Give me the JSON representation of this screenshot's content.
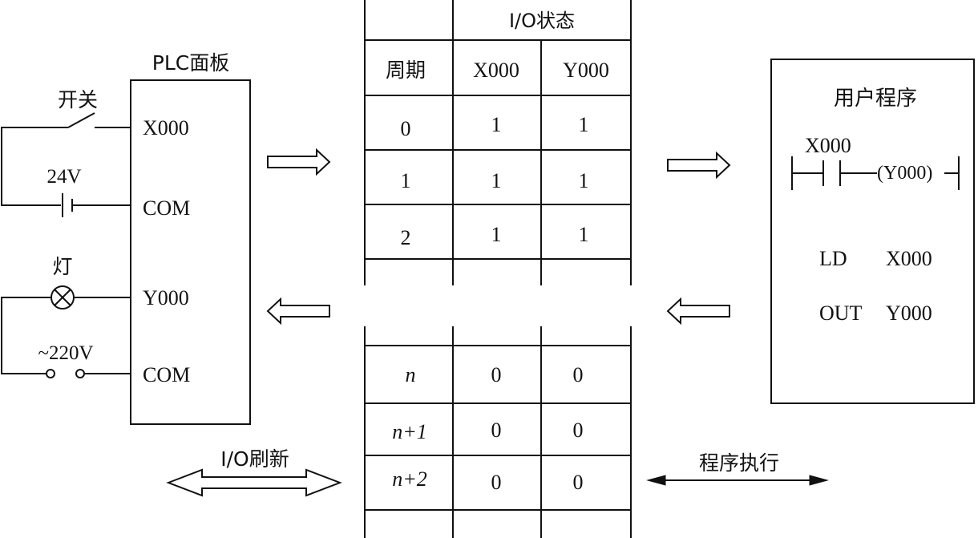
{
  "circuit": {
    "panel_title": "PLC面板",
    "switch_label": "开关",
    "dc_label": "24V",
    "lamp_label": "灯",
    "ac_label": "~220V",
    "terminals": [
      "X000",
      "COM",
      "Y000",
      "COM"
    ]
  },
  "table": {
    "group_header": "I/O状态",
    "headers": [
      "周期",
      "X000",
      "Y000"
    ],
    "rows_top": [
      [
        "0",
        "1",
        "1"
      ],
      [
        "1",
        "1",
        "1"
      ],
      [
        "2",
        "1",
        "1"
      ]
    ],
    "rows_bottom": [
      [
        "n",
        "0",
        "0"
      ],
      [
        "n+1",
        "0",
        "0"
      ],
      [
        "n+2",
        "0",
        "0"
      ]
    ]
  },
  "program": {
    "title": "用户程序",
    "contact_label": "X000",
    "coil_label": "(Y000)",
    "instructions": [
      {
        "op": "LD",
        "arg": "X000"
      },
      {
        "op": "OUT",
        "arg": "Y000"
      }
    ]
  },
  "legend": {
    "io_refresh": "I/O刷新",
    "program_exec": "程序执行"
  }
}
